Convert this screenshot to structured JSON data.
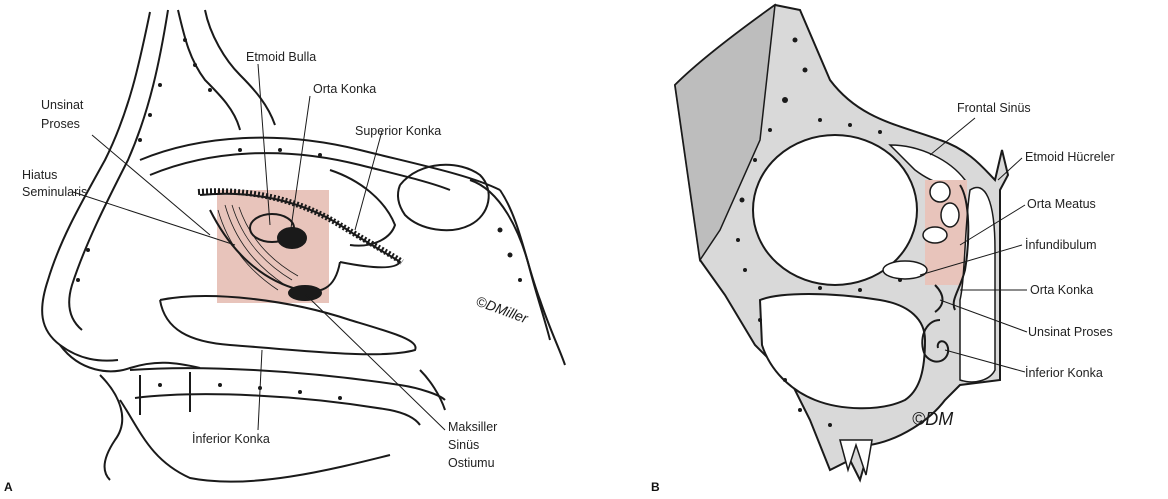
{
  "panel_a": {
    "letter": "A",
    "signature": "©DMiller",
    "labels": {
      "etmoid_bulla": "Etmoid Bulla",
      "orta_konka": "Orta Konka",
      "superior_konka": "Superior Konka",
      "unsinat_1": "Unsinat",
      "unsinat_2": "Proses",
      "hiatus_1": "Hiatus",
      "hiatus_2": "Seminularis",
      "inferior_konka": "İnferior Konka",
      "maksiller_1": "Maksiller",
      "maksiller_2": "Sinüs",
      "maksiller_3": "Ostiumu"
    }
  },
  "panel_b": {
    "letter": "B",
    "signature": "©DM",
    "labels": {
      "frontal_sinus": "Frontal Sinüs",
      "etmoid_hucreler": "Etmoid Hücreler",
      "orta_meatus": "Orta Meatus",
      "infundibulum": "İnfundibulum",
      "orta_konka": "Orta Konka",
      "unsinat_proses": "Unsinat Proses",
      "inferior_konka": "İnferior Konka"
    }
  },
  "colors": {
    "highlight": "#e8c4bb",
    "bone_fill": "#d9d9d9",
    "line": "#1a1a1a"
  }
}
